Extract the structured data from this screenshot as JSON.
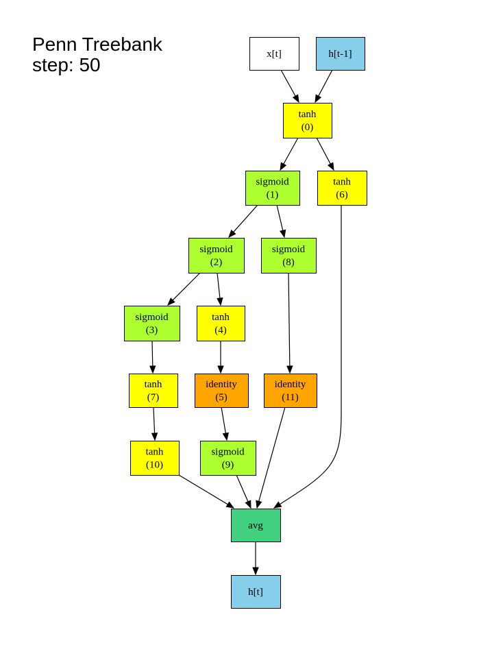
{
  "title": {
    "lines": [
      "Penn Treebank",
      "step: 50"
    ]
  },
  "colors": {
    "input": "#ffffff",
    "hidden": "#87ceeb",
    "tanh": "#ffff00",
    "sigmoid": "#adff2f",
    "identity": "#ffa500",
    "avg": "#40d080"
  },
  "nodes": [
    {
      "id": "xt",
      "lines": [
        "x[t]"
      ],
      "kind": "input"
    },
    {
      "id": "ht1",
      "lines": [
        "h[t-1]"
      ],
      "kind": "hidden"
    },
    {
      "id": "n0",
      "lines": [
        "tanh",
        "(0)"
      ],
      "kind": "tanh"
    },
    {
      "id": "n1",
      "lines": [
        "sigmoid",
        "(1)"
      ],
      "kind": "sigmoid"
    },
    {
      "id": "n6",
      "lines": [
        "tanh",
        "(6)"
      ],
      "kind": "tanh"
    },
    {
      "id": "n2",
      "lines": [
        "sigmoid",
        "(2)"
      ],
      "kind": "sigmoid"
    },
    {
      "id": "n8",
      "lines": [
        "sigmoid",
        "(8)"
      ],
      "kind": "sigmoid"
    },
    {
      "id": "n3",
      "lines": [
        "sigmoid",
        "(3)"
      ],
      "kind": "sigmoid"
    },
    {
      "id": "n4",
      "lines": [
        "tanh",
        "(4)"
      ],
      "kind": "tanh"
    },
    {
      "id": "n7",
      "lines": [
        "tanh",
        "(7)"
      ],
      "kind": "tanh"
    },
    {
      "id": "n5",
      "lines": [
        "identity",
        "(5)"
      ],
      "kind": "identity"
    },
    {
      "id": "n11",
      "lines": [
        "identity",
        "(11)"
      ],
      "kind": "identity"
    },
    {
      "id": "n10",
      "lines": [
        "tanh",
        "(10)"
      ],
      "kind": "tanh"
    },
    {
      "id": "n9",
      "lines": [
        "sigmoid",
        "(9)"
      ],
      "kind": "sigmoid"
    },
    {
      "id": "avg",
      "lines": [
        "avg"
      ],
      "kind": "avg"
    },
    {
      "id": "ht",
      "lines": [
        "h[t]"
      ],
      "kind": "hidden"
    }
  ],
  "edges": [
    {
      "from": "xt",
      "to": "n0"
    },
    {
      "from": "ht1",
      "to": "n0"
    },
    {
      "from": "n0",
      "to": "n1"
    },
    {
      "from": "n0",
      "to": "n6"
    },
    {
      "from": "n1",
      "to": "n2"
    },
    {
      "from": "n1",
      "to": "n8"
    },
    {
      "from": "n2",
      "to": "n3"
    },
    {
      "from": "n2",
      "to": "n4"
    },
    {
      "from": "n3",
      "to": "n7"
    },
    {
      "from": "n4",
      "to": "n5"
    },
    {
      "from": "n8",
      "to": "n11"
    },
    {
      "from": "n7",
      "to": "n10"
    },
    {
      "from": "n5",
      "to": "n9"
    },
    {
      "from": "n10",
      "to": "avg"
    },
    {
      "from": "n9",
      "to": "avg"
    },
    {
      "from": "n11",
      "to": "avg"
    },
    {
      "from": "n6",
      "to": "avg"
    },
    {
      "from": "avg",
      "to": "ht"
    }
  ]
}
